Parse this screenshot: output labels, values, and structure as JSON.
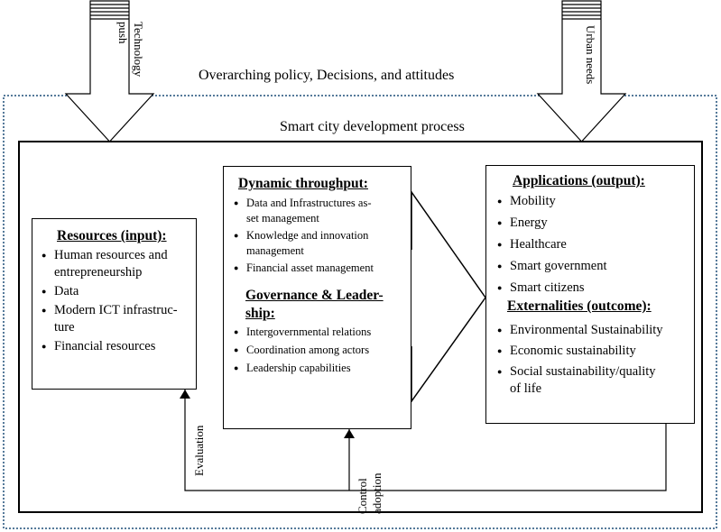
{
  "outer_label": "Overarching policy, Decisions, and attitudes",
  "inner_label": "Smart city development process",
  "arrows": {
    "technology_push": [
      "Technology",
      "push"
    ],
    "urban_needs": "Urban needs"
  },
  "resources": {
    "title": "Resources (input):",
    "items": [
      [
        "Human resources and",
        "entrepreneurship"
      ],
      [
        "Data"
      ],
      [
        "Modern ICT infrastruc-",
        "ture"
      ],
      [
        "Financial resources"
      ]
    ]
  },
  "throughput": {
    "title": "Dynamic throughput:",
    "items": [
      [
        "Data and Infrastructures as-",
        "set management"
      ],
      [
        "Knowledge and innovation",
        "management"
      ],
      [
        "Financial asset management"
      ]
    ],
    "governance_title": [
      "Governance & Leader-",
      "ship:"
    ],
    "governance_items": [
      "Intergovernmental relations",
      "Coordination among actors",
      "Leadership capabilities"
    ]
  },
  "applications": {
    "title": "Applications (output):",
    "items": [
      "Mobility",
      "Energy",
      "Healthcare",
      "Smart government",
      "Smart citizens"
    ],
    "externalities_title": "Externalities (outcome):",
    "externalities_items": [
      [
        "Environmental Sustainability"
      ],
      [
        "Economic sustainability"
      ],
      [
        "Social sustainability/quality",
        "of life"
      ]
    ]
  },
  "feedback": {
    "evaluation": "Evaluation",
    "control": [
      "Control",
      "adoption"
    ]
  }
}
